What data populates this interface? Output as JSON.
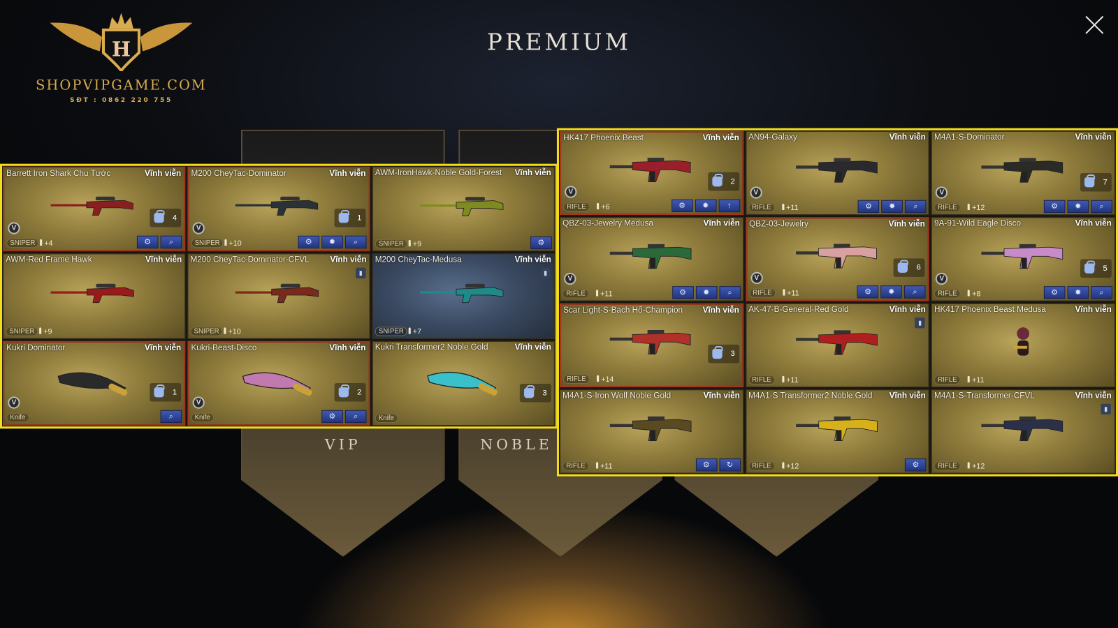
{
  "logo": {
    "brand": "SHOPVIPGAME.COM",
    "phone": "SĐT : 0862 220 755",
    "letter": "H"
  },
  "title": "PREMIUM",
  "background_tabs": [
    "VIP",
    "NOBLE"
  ],
  "icons": {
    "upgrade": "⚙",
    "gear": "✹",
    "search": "⌕",
    "arrow-up": "↑",
    "refresh": "↻",
    "trash": "🗑"
  },
  "left_cards": [
    {
      "name": "Barrett Iron Shark Chu Tước",
      "duration": "Vĩnh viễn",
      "type": "SNIPER",
      "level": "+4",
      "count": "4",
      "v": true,
      "red": true,
      "buttons": [
        "upgrade",
        "search"
      ],
      "color": "#8a1f1f",
      "kind": "sniper"
    },
    {
      "name": "M200 CheyTac-Dominator",
      "duration": "Vĩnh viễn",
      "type": "SNIPER",
      "level": "+10",
      "count": "1",
      "v": true,
      "red": true,
      "buttons": [
        "upgrade",
        "gear",
        "search"
      ],
      "color": "#2a3238",
      "kind": "sniper"
    },
    {
      "name": "AWM-IronHawk-Noble Gold-Forest",
      "duration": "Vĩnh viễn",
      "type": "SNIPER",
      "level": "+9",
      "buttons": [
        "upgrade"
      ],
      "color": "#7f8a20",
      "kind": "sniper"
    },
    {
      "name": "AWM-Red Frame Hawk",
      "duration": "Vĩnh viễn",
      "type": "SNIPER",
      "level": "+9",
      "color": "#9a1a1a",
      "kind": "sniper"
    },
    {
      "name": "M200 CheyTac-Dominator-CFVL",
      "duration": "Vĩnh viễn",
      "type": "SNIPER",
      "level": "+10",
      "trash": true,
      "color": "#7a2a1a",
      "kind": "sniper"
    },
    {
      "name": "M200 CheyTac-Medusa",
      "duration": "Vĩnh viễn",
      "type": "SNIPER",
      "level": "+7",
      "trash": true,
      "blue": true,
      "color": "#1f8a8a",
      "kind": "sniper"
    },
    {
      "name": "Kukri Dominator",
      "duration": "Vĩnh viễn",
      "type": "Knife",
      "count": "1",
      "v": true,
      "red": true,
      "buttons": [
        "search"
      ],
      "color": "#2a2a2a",
      "kind": "knife"
    },
    {
      "name": "Kukri-Beast-Disco",
      "duration": "Vĩnh viễn",
      "type": "Knife",
      "count": "2",
      "v": true,
      "red": true,
      "buttons": [
        "upgrade",
        "search"
      ],
      "color": "#c07ab0",
      "kind": "knife"
    },
    {
      "name": "Kukri Transformer2 Noble Gold",
      "duration": "Vĩnh viễn",
      "type": "Knife",
      "count": "3",
      "color": "#3ac0c8",
      "kind": "knife"
    }
  ],
  "right_cards": [
    {
      "name": "HK417 Phoenix Beast",
      "duration": "Vĩnh viễn",
      "type": "RIFLE",
      "level": "+6",
      "count": "2",
      "v": true,
      "red": true,
      "buttons": [
        "upgrade",
        "gear",
        "arrow-up"
      ],
      "color": "#9a1f2a",
      "kind": "rifle"
    },
    {
      "name": "AN94-Galaxy",
      "duration": "Vĩnh viễn",
      "type": "RIFLE",
      "level": "+11",
      "v": true,
      "buttons": [
        "upgrade",
        "gear",
        "search"
      ],
      "color": "#2a2a2e",
      "kind": "rifle"
    },
    {
      "name": "M4A1-S-Dominator",
      "duration": "Vĩnh viễn",
      "type": "RIFLE",
      "level": "+12",
      "count": "7",
      "v": true,
      "buttons": [
        "upgrade",
        "gear",
        "search"
      ],
      "color": "#2a2a26",
      "kind": "rifle"
    },
    {
      "name": "QBZ-03-Jewelry Medusa",
      "duration": "Vĩnh viễn",
      "type": "RIFLE",
      "level": "+11",
      "v": true,
      "buttons": [
        "upgrade",
        "gear",
        "search"
      ],
      "color": "#2a6a3a",
      "kind": "rifle"
    },
    {
      "name": "QBZ-03-Jewelry",
      "duration": "Vĩnh viễn",
      "type": "RIFLE",
      "level": "+11",
      "count": "6",
      "v": true,
      "red": true,
      "buttons": [
        "upgrade",
        "gear",
        "search"
      ],
      "color": "#d8a0a0",
      "kind": "rifle"
    },
    {
      "name": "9A-91-Wild Eagle Disco",
      "duration": "Vĩnh viễn",
      "type": "RIFLE",
      "level": "+8",
      "count": "5",
      "v": true,
      "buttons": [
        "upgrade",
        "gear",
        "search"
      ],
      "color": "#c88ac8",
      "kind": "rifle"
    },
    {
      "name": "Scar Light-S-Bach Hổ-Champion",
      "duration": "Vĩnh viễn",
      "type": "RIFLE",
      "level": "+14",
      "count": "3",
      "red": true,
      "color": "#b0302a",
      "kind": "rifle"
    },
    {
      "name": "AK-47-B-General-Red Gold",
      "duration": "Vĩnh viễn",
      "type": "RIFLE",
      "level": "+11",
      "trash": true,
      "color": "#b01f1f",
      "kind": "rifle"
    },
    {
      "name": "HK417 Phoenix Beast Medusa",
      "duration": "Vĩnh viễn",
      "type": "RIFLE",
      "level": "+11",
      "color": "#6a2a3a",
      "kind": "figure"
    },
    {
      "name": "M4A1-S-Iron Wolf Noble Gold",
      "duration": "Vĩnh viễn",
      "type": "RIFLE",
      "level": "+11",
      "buttons": [
        "upgrade",
        "refresh"
      ],
      "color": "#5a4a22",
      "kind": "rifle"
    },
    {
      "name": "M4A1-S Transformer2 Noble Gold",
      "duration": "Vĩnh viễn",
      "type": "RIFLE",
      "level": "+12",
      "buttons": [
        "upgrade"
      ],
      "color": "#d8b01a",
      "kind": "rifle"
    },
    {
      "name": "M4A1-S-Transformer-CFVL",
      "duration": "Vĩnh viễn",
      "type": "RIFLE",
      "level": "+12",
      "trash": true,
      "color": "#2a3048",
      "kind": "rifle"
    }
  ]
}
